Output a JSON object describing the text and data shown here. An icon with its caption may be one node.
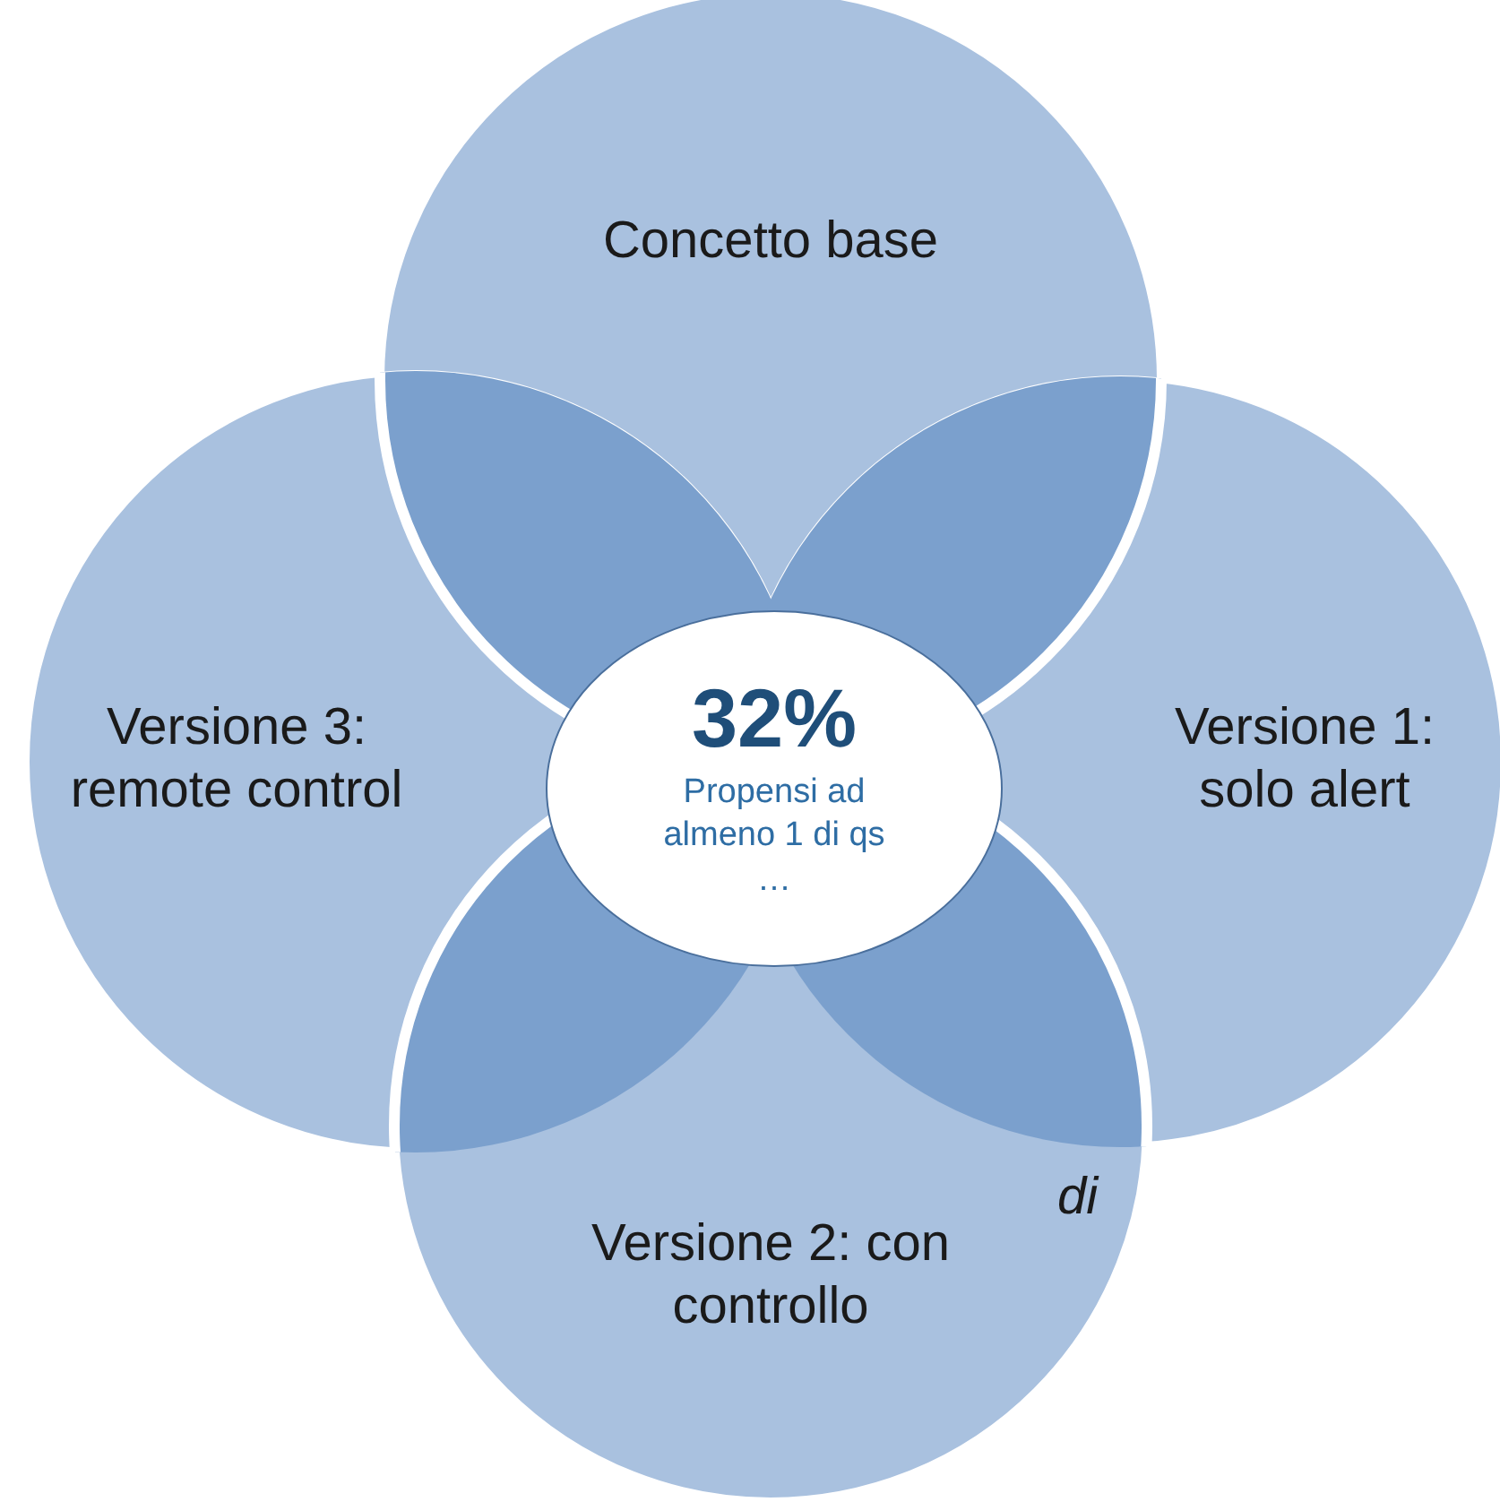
{
  "diagram": {
    "nodes": [
      {
        "text": [
          "Concetto base"
        ]
      },
      {
        "text": [
          "Versione 3: remote control"
        ]
      },
      {
        "text": [
          "32%",
          "Propensi ad almeno 1 di qs …"
        ]
      },
      {
        "text": [
          "Versione 1: solo alert"
        ]
      },
      {
        "text": [
          "Versione 2: con controllo"
        ]
      }
    ],
    "labels": [
      "di"
    ]
  }
}
